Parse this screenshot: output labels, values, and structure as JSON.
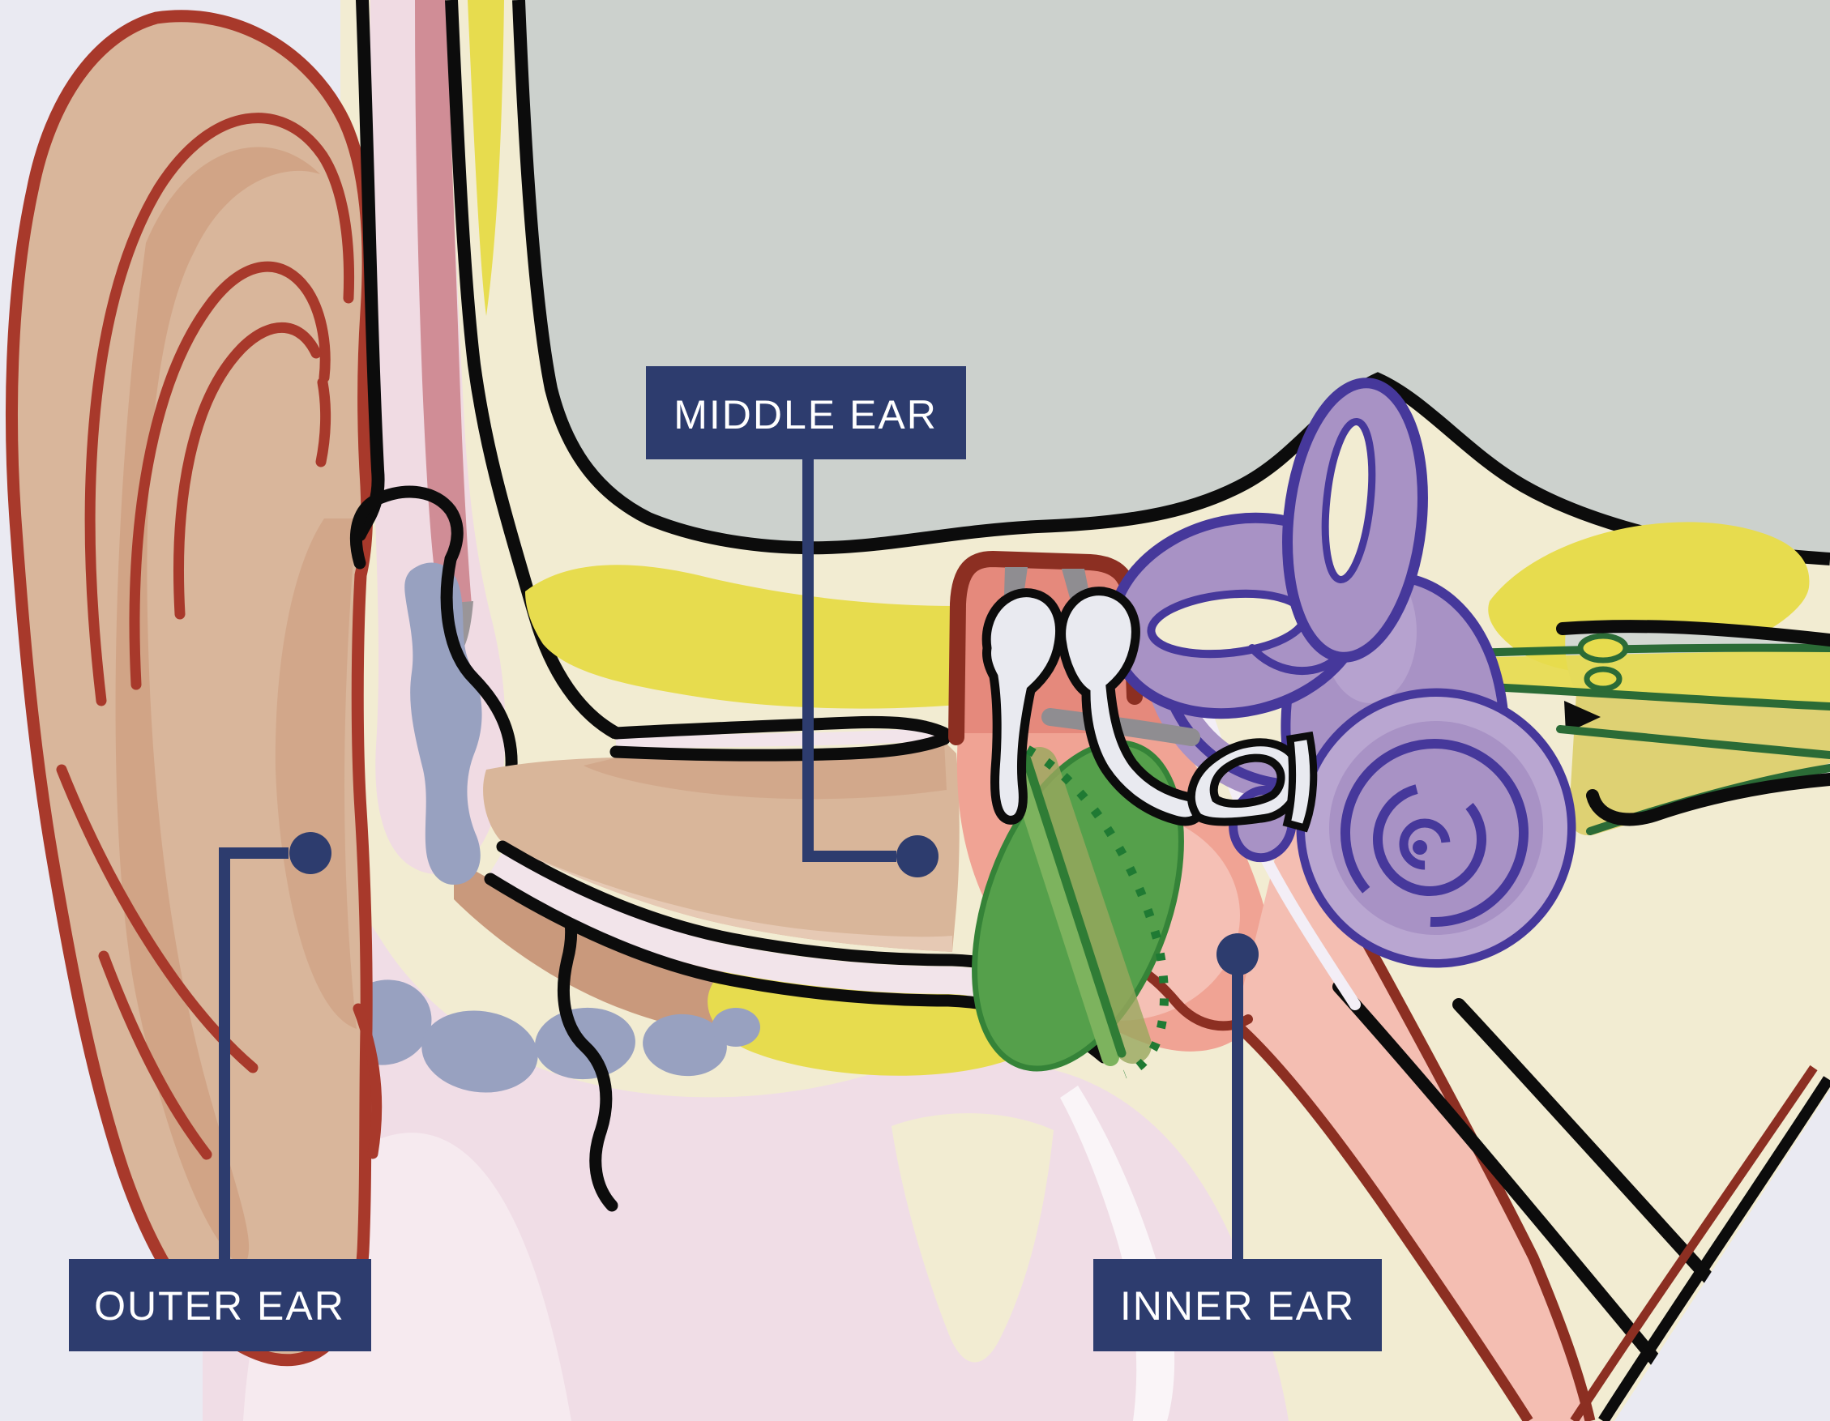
{
  "diagram": {
    "labels": {
      "outer_ear": "OUTER EAR",
      "middle_ear": "MIDDLE EAR",
      "inner_ear": "INNER EAR"
    },
    "label_style": {
      "background": "#2d3c6e",
      "text_color": "#ffffff"
    },
    "palette": {
      "background": "#eaeaf2",
      "head_background": "#ccd1cd",
      "bone_cream": "#f2ecd2",
      "bone_yellow": "#e7dc4e",
      "skin_tan": "#d9b69b",
      "skin_shadow": "#cfa183",
      "soft_tissue_pink": "#f0dde6",
      "cartilage_blue_gray": "#98a1c0",
      "pinna_outline_red": "#a8392b",
      "middle_ear_outline_maroon": "#8c2f22",
      "middle_ear_cavity_salmon": "#f0a394",
      "eardrum_green": "#55a04b",
      "ossicle_white": "#e9eaf0",
      "labyrinth_purple": "#a892c5",
      "labyrinth_outline_indigo": "#46389b",
      "nerve_green": "#2b6b36",
      "outline_black": "#0c0c0c"
    }
  }
}
